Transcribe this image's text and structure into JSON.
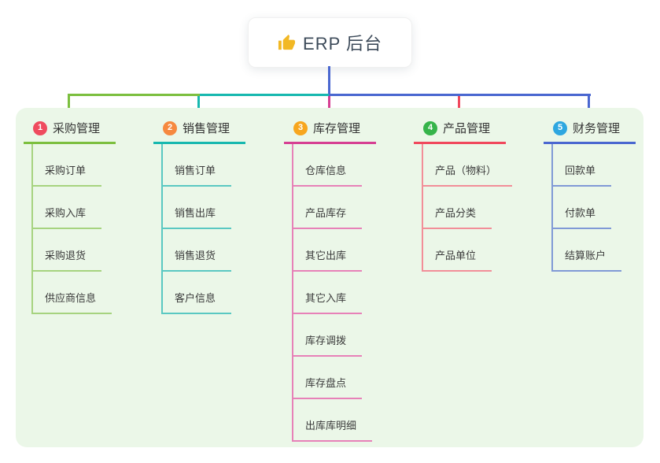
{
  "root": {
    "title": "ERP 后台",
    "icon": "thumbs-up-icon",
    "icon_color": "#f2b824"
  },
  "panel_color": "#ebf7e8",
  "root_stem_color": "#4a67d0",
  "branches": [
    {
      "number": "1",
      "title": "采购管理",
      "badge_color": "#ef4b5e",
      "line_color": "#7cbf3f",
      "child_line_color": "#a6d37f",
      "children": [
        "采购订单",
        "采购入库",
        "采购退货",
        "供应商信息"
      ]
    },
    {
      "number": "2",
      "title": "销售管理",
      "badge_color": "#f6893f",
      "line_color": "#17b8af",
      "child_line_color": "#5ac8c2",
      "children": [
        "销售订单",
        "销售出库",
        "销售退货",
        "客户信息"
      ]
    },
    {
      "number": "3",
      "title": "库存管理",
      "badge_color": "#f7a61e",
      "line_color": "#d63f92",
      "child_line_color": "#e781b8",
      "children": [
        "仓库信息",
        "产品库存",
        "其它出库",
        "其它入库",
        "库存调拨",
        "库存盘点",
        "出库库明细"
      ]
    },
    {
      "number": "4",
      "title": "产品管理",
      "badge_color": "#36b44a",
      "line_color": "#f0485c",
      "child_line_color": "#f28e98",
      "children": [
        "产品（物料）",
        "产品分类",
        "产品单位"
      ]
    },
    {
      "number": "5",
      "title": "财务管理",
      "badge_color": "#2ea7e0",
      "line_color": "#4a67d0",
      "child_line_color": "#8099d6",
      "children": [
        "回款单",
        "付款单",
        "结算账户"
      ]
    }
  ]
}
